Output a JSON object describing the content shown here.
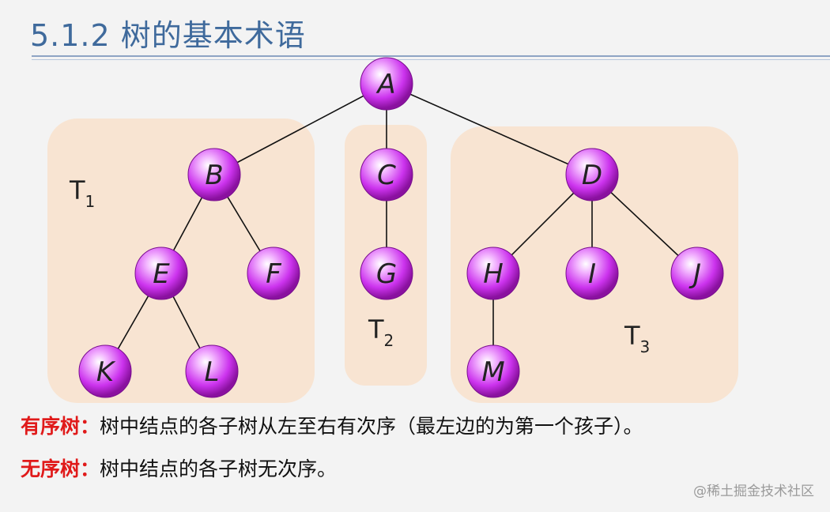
{
  "title": "5.1.2 树的基本术语",
  "tree": {
    "nodes": [
      "A",
      "B",
      "C",
      "D",
      "E",
      "F",
      "G",
      "H",
      "I",
      "J",
      "K",
      "L",
      "M"
    ],
    "edges": [
      [
        "A",
        "B"
      ],
      [
        "A",
        "C"
      ],
      [
        "A",
        "D"
      ],
      [
        "B",
        "E"
      ],
      [
        "B",
        "F"
      ],
      [
        "C",
        "G"
      ],
      [
        "D",
        "H"
      ],
      [
        "D",
        "I"
      ],
      [
        "D",
        "J"
      ],
      [
        "E",
        "K"
      ],
      [
        "E",
        "L"
      ],
      [
        "H",
        "M"
      ]
    ],
    "subtrees": [
      {
        "name": "T",
        "sub": "1"
      },
      {
        "name": "T",
        "sub": "2"
      },
      {
        "name": "T",
        "sub": "3"
      }
    ]
  },
  "definitions": [
    {
      "term": "有序树：",
      "text": "树中结点的各子树从左至右有次序（最左边的为第一个孩子）。"
    },
    {
      "term": "无序树：",
      "text": "树中结点的各子树无次序。"
    }
  ],
  "watermark": "@稀土掘金技术社区",
  "colors": {
    "node": "#cc33ee",
    "subtree_bg": "#f8e4d2",
    "term": "#e01a1a",
    "title": "#3f6a9c"
  }
}
